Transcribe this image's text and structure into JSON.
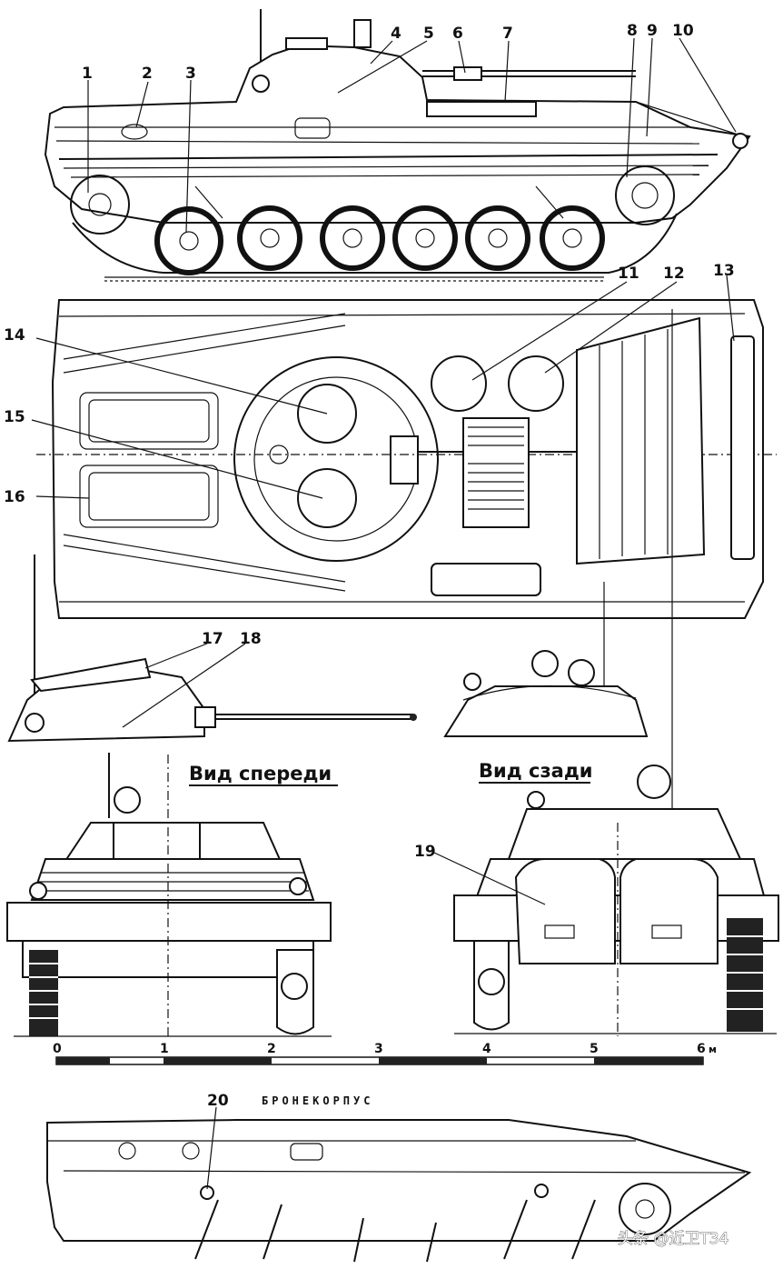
{
  "callouts": [
    "1",
    "2",
    "3",
    "4",
    "5",
    "6",
    "7",
    "8",
    "9",
    "10",
    "11",
    "12",
    "13",
    "14",
    "15",
    "16",
    "17",
    "18",
    "19",
    "20"
  ],
  "views": {
    "front": "Вид спереди",
    "rear": "Вид сзади"
  },
  "scale": {
    "ticks": [
      "0",
      "1",
      "2",
      "3",
      "4",
      "5",
      "6"
    ],
    "unit": "м"
  },
  "hull_title": "БРОНЕКОРПУС",
  "watermark": "头条 @近卫T34"
}
